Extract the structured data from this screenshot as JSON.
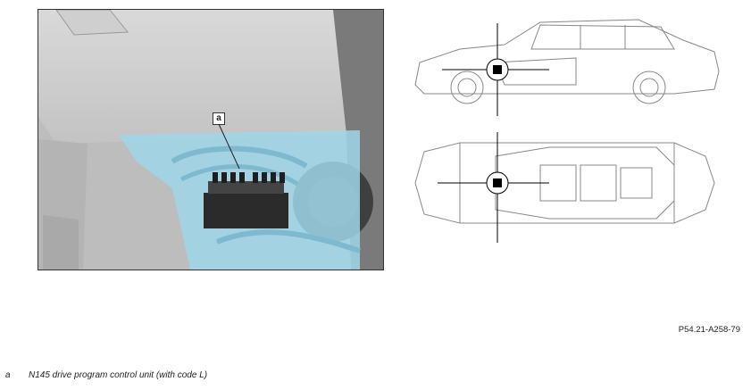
{
  "photo": {
    "callout_letter": "a"
  },
  "figure_code": "P54.21-A258-79",
  "legend": {
    "key": "a",
    "text": "N145 drive program control unit (with code L)"
  },
  "colors": {
    "highlight": "#9fd6ea",
    "interior": "#c8c8c8",
    "marker": "#000000"
  }
}
